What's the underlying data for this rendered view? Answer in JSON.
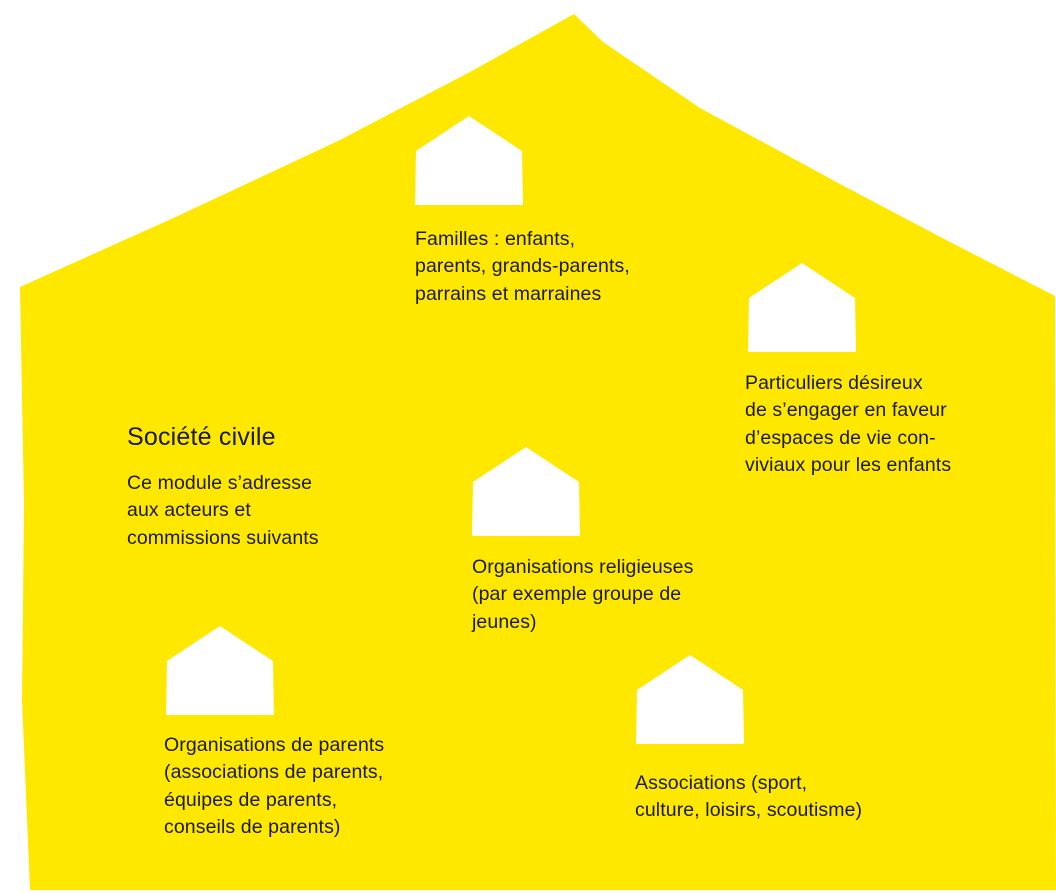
{
  "colors": {
    "background": "#ffffff",
    "big_house": "#ffe800",
    "small_house": "#ffffff",
    "text": "#1a1a1a"
  },
  "icons": {
    "big_house": "house-shape",
    "small_house": "house-icon"
  },
  "title": "Société civile",
  "intro": {
    "lines": [
      "Ce module s’adresse",
      "aux acteurs et",
      "commissions suivants"
    ]
  },
  "groups": [
    {
      "id": "familles",
      "lines": [
        "Familles : enfants,",
        "parents, grands-parents,",
        "parrains et marraines"
      ]
    },
    {
      "id": "particuliers",
      "lines": [
        "Particuliers désireux",
        "de s’engager en faveur",
        "d’espaces de vie con-",
        "viviaux pour les enfants"
      ]
    },
    {
      "id": "religieuses",
      "lines": [
        "Organisations religieuses",
        "(par exemple groupe de",
        "jeunes)"
      ]
    },
    {
      "id": "parents",
      "lines": [
        "Organisations de parents",
        "(associations de parents,",
        "équipes de parents,",
        "conseils de parents)"
      ]
    },
    {
      "id": "associations",
      "lines": [
        "Associations (sport,",
        "culture, loisirs, scoutisme)"
      ]
    }
  ]
}
